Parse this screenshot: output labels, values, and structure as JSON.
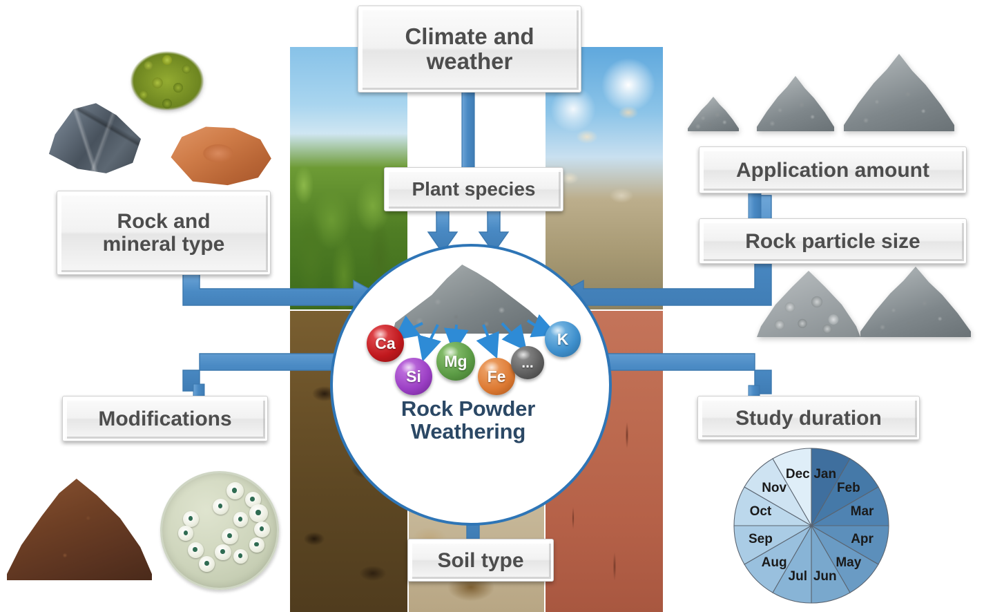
{
  "center": {
    "title_line1": "Rock Powder",
    "title_line2": "Weathering",
    "circle_border_color": "#2E75B6",
    "title_color": "#2b4865",
    "heap_name": "rock-powder-heap",
    "elements": [
      {
        "symbol": "Ca",
        "color": "#c0181d",
        "name": "calcium"
      },
      {
        "symbol": "Si",
        "color": "#9b3fc4",
        "name": "silicon"
      },
      {
        "symbol": "Mg",
        "color": "#5b9b45",
        "name": "magnesium"
      },
      {
        "symbol": "Fe",
        "color": "#dd7a33",
        "name": "iron"
      },
      {
        "symbol": "...",
        "color": "#5e5e5e",
        "name": "other-elements"
      },
      {
        "symbol": "K",
        "color": "#3e8fcc",
        "name": "potassium"
      }
    ]
  },
  "boxes": {
    "climate": "Climate and\nweather",
    "climate_l1": "Climate and",
    "climate_l2": "weather",
    "plant_species": "Plant species",
    "application_amount": "Application amount",
    "rock_particle_size": "Rock particle size",
    "study_duration": "Study duration",
    "soil_type": "Soil type",
    "modifications": "Modifications",
    "rock_mineral_l1": "Rock and",
    "rock_mineral_l2": "mineral type"
  },
  "arrow_color": "#4a8ac4",
  "pie": {
    "months": [
      "Jan",
      "Feb",
      "Mar",
      "Apr",
      "May",
      "Jun",
      "Jul",
      "Aug",
      "Sep",
      "Oct",
      "Nov",
      "Dec"
    ],
    "slice_colors": [
      "#3f6f9e",
      "#4579a8",
      "#4f83b2",
      "#5c8fbb",
      "#6a9bc4",
      "#79a8cd",
      "#88b4d6",
      "#99c0de",
      "#aacce5",
      "#bcd8ec",
      "#cee3f2",
      "#dfeef8"
    ],
    "stroke": "#5a6470"
  },
  "photos": {
    "strip_corn": "corn-field-photo",
    "strip_wheat": "wheat-field-photo",
    "strip_soy": "soybean-field-photo",
    "soil_dark": "dark-brown-soil-photo",
    "soil_pale": "pale-soil-photo",
    "soil_red": "red-clay-soil-photo",
    "rock_olivine": "olivine-rock-specimen",
    "rock_basalt": "basalt-rock-specimen",
    "rock_red": "red-weathered-rock-specimen",
    "pile_small": "small-rock-powder-pile",
    "pile_medium": "medium-rock-powder-pile",
    "pile_large": "large-rock-powder-pile",
    "gravel": "coarse-gravel-pile",
    "fine_powder": "fine-rock-powder-pile",
    "compost": "compost-pile-photo",
    "petri": "petri-dish-bacteria-photo"
  },
  "chart_data": {
    "type": "pie",
    "title": "Study duration",
    "categories": [
      "Jan",
      "Feb",
      "Mar",
      "Apr",
      "May",
      "Jun",
      "Jul",
      "Aug",
      "Sep",
      "Oct",
      "Nov",
      "Dec"
    ],
    "values": [
      1,
      1,
      1,
      1,
      1,
      1,
      1,
      1,
      1,
      1,
      1,
      1
    ],
    "colors": [
      "#3f6f9e",
      "#4579a8",
      "#4f83b2",
      "#5c8fbb",
      "#6a9bc4",
      "#79a8cd",
      "#88b4d6",
      "#99c0de",
      "#aacce5",
      "#bcd8ec",
      "#cee3f2",
      "#dfeef8"
    ],
    "legend": "none",
    "xlabel": "",
    "ylabel": ""
  }
}
